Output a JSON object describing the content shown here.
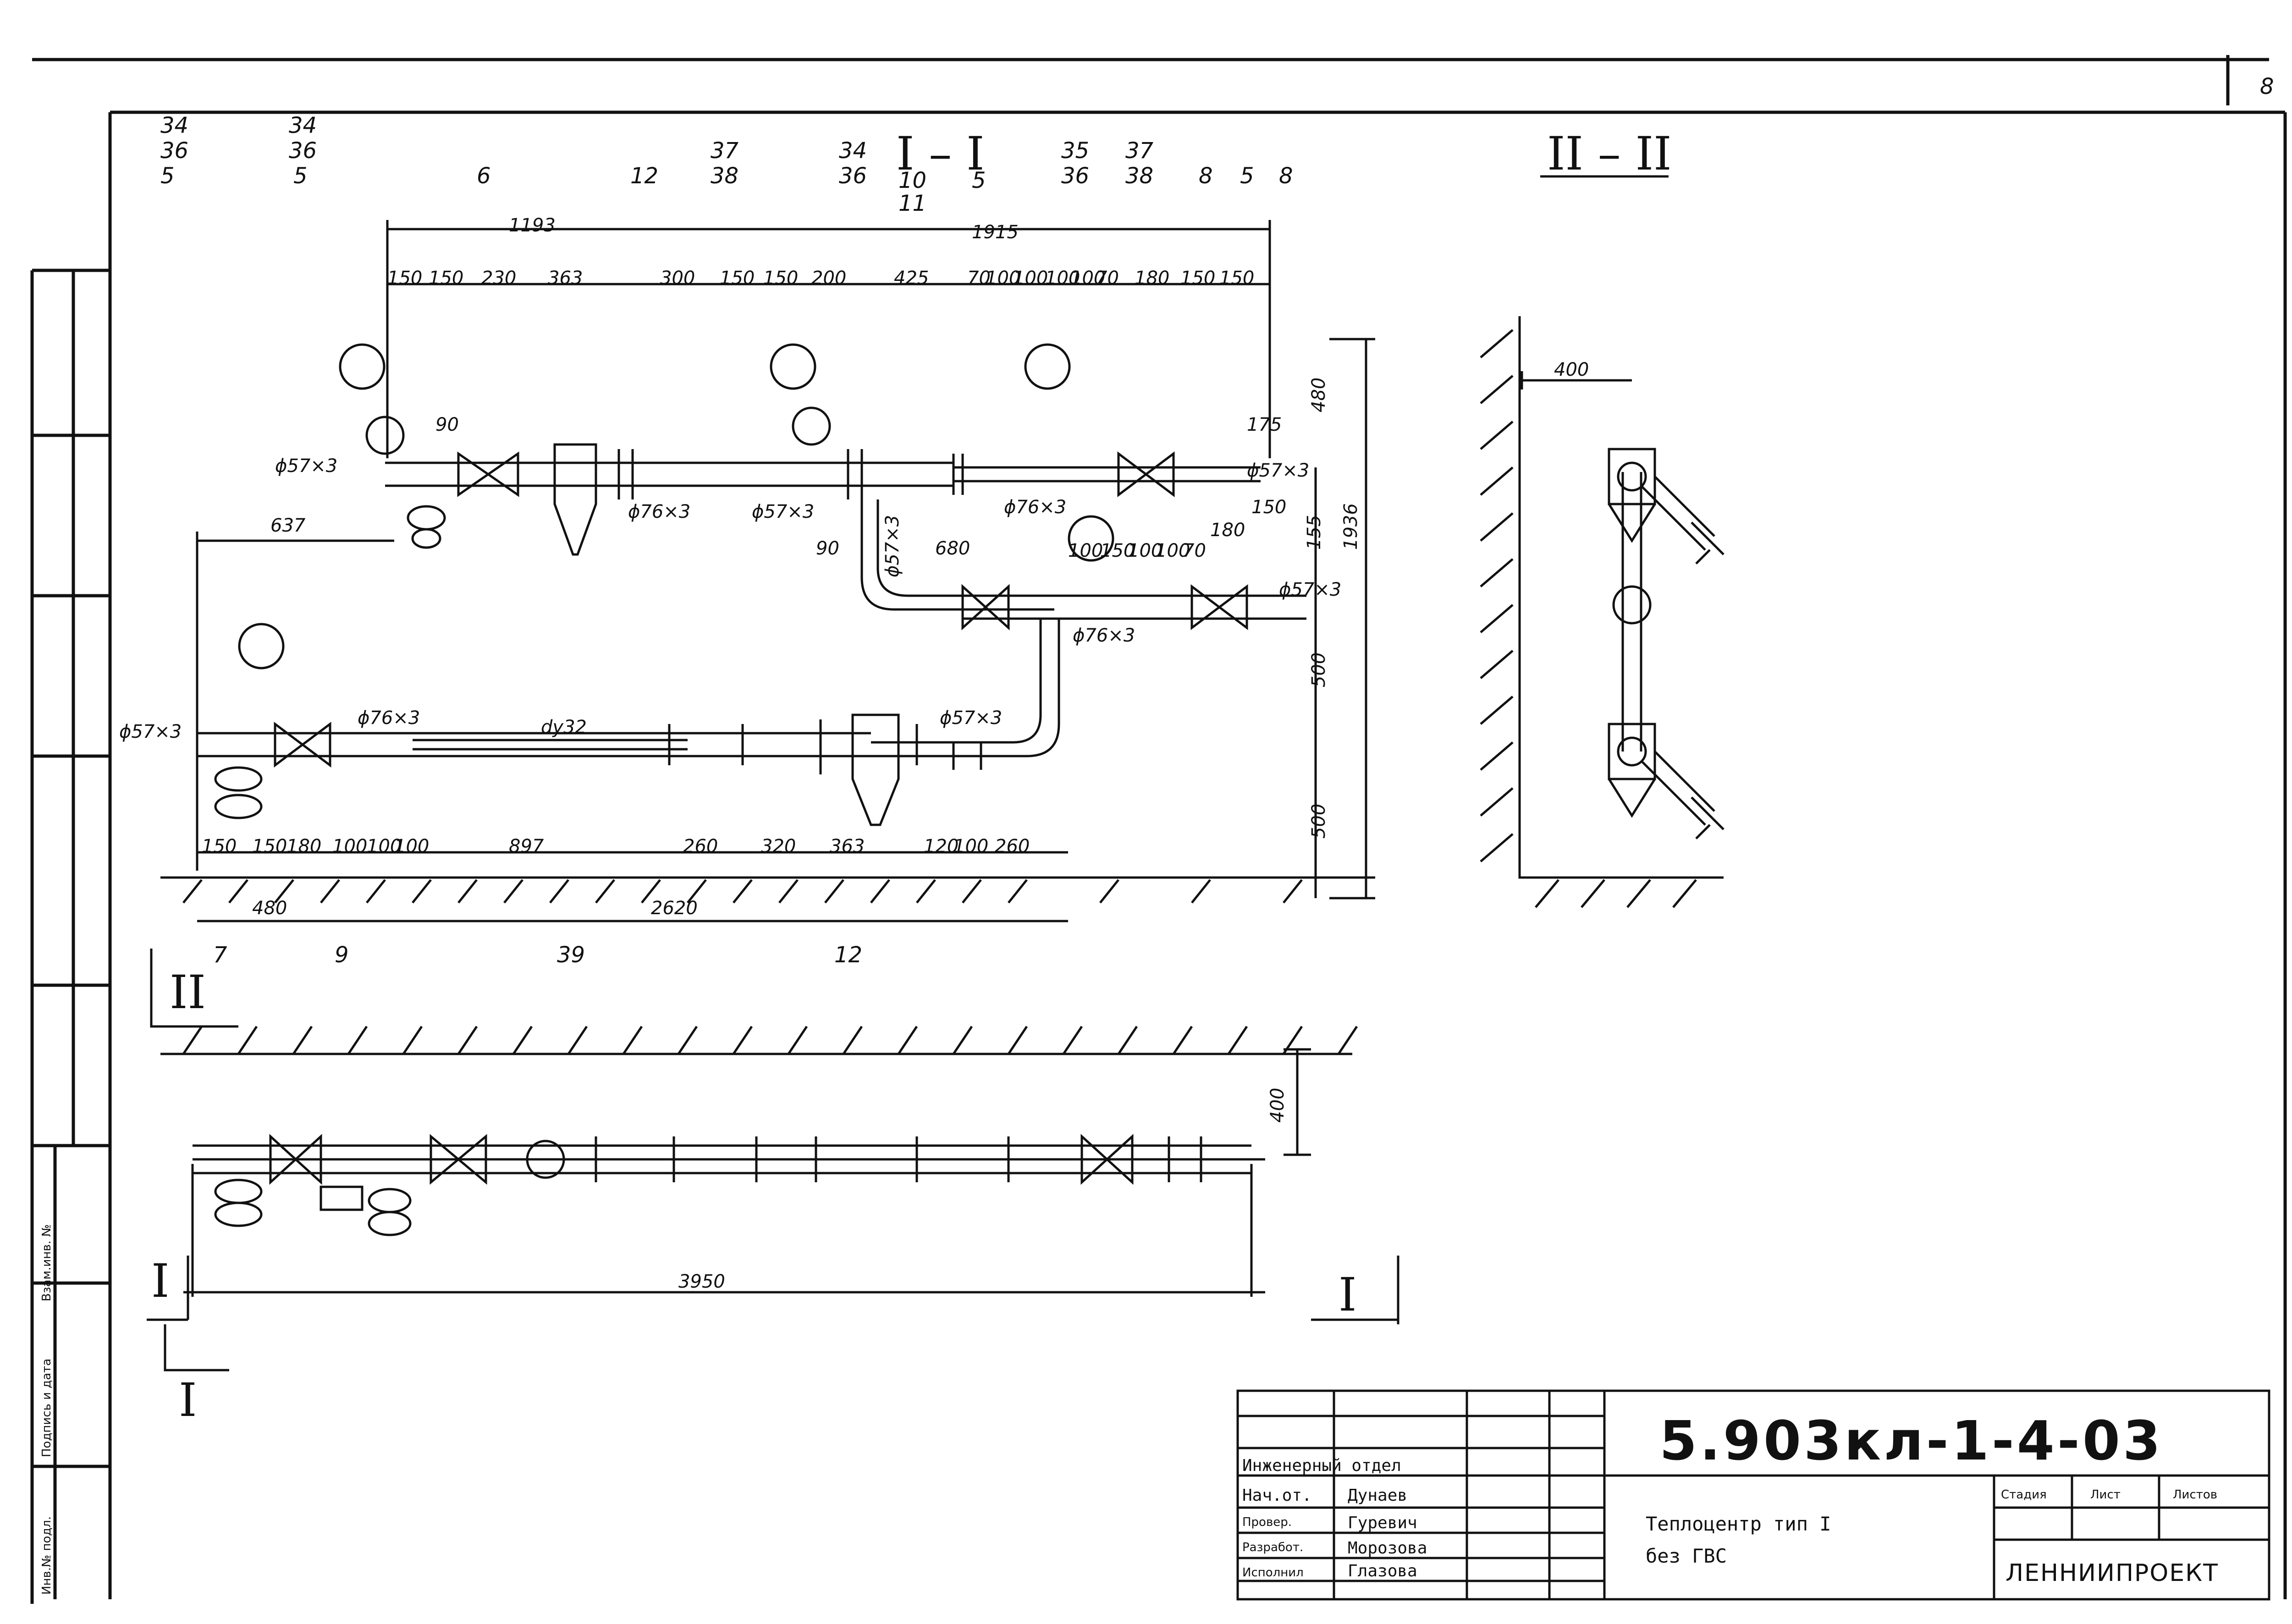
{
  "sheet_number": "8",
  "sections": {
    "section_1": "I – I",
    "section_2": "II – II",
    "cut_mark_1": "I",
    "cut_mark_2": "II"
  },
  "left_stamp": {
    "row_1": "Взам.инв. №",
    "row_2": "Подпись и дата",
    "row_3": "Инв.№ подл."
  },
  "leaders_top": [
    {
      "id": "l1",
      "lines": [
        "34",
        "36",
        "5"
      ]
    },
    {
      "id": "l2",
      "lines": [
        "34",
        "36",
        "5"
      ]
    },
    {
      "id": "l3",
      "lines": [
        "6"
      ]
    },
    {
      "id": "l4",
      "lines": [
        "12"
      ]
    },
    {
      "id": "l5",
      "lines": [
        "37",
        "38"
      ]
    },
    {
      "id": "l6",
      "lines": [
        "34",
        "36"
      ]
    },
    {
      "id": "l7",
      "lines": [
        "10",
        "11"
      ]
    },
    {
      "id": "l8",
      "lines": [
        "5"
      ]
    },
    {
      "id": "l9",
      "lines": [
        "35",
        "36"
      ]
    },
    {
      "id": "l10",
      "lines": [
        "37",
        "38"
      ]
    },
    {
      "id": "l11",
      "lines": [
        "8"
      ]
    },
    {
      "id": "l12",
      "lines": [
        "5"
      ]
    },
    {
      "id": "l13",
      "lines": [
        "8"
      ]
    }
  ],
  "leaders_bottom": [
    "7",
    "9",
    "39",
    "12"
  ],
  "dims_top_chain": [
    "150",
    "150",
    "230",
    "363",
    "300",
    "150",
    "150",
    "200",
    "425",
    "70",
    "100",
    "100",
    "100",
    "100",
    "70",
    "180",
    "150",
    "150"
  ],
  "dims_top_overall": [
    "1193",
    "1915"
  ],
  "dims_mid_chain": [
    "100",
    "150",
    "100",
    "100",
    "70"
  ],
  "dims_bottom_chain": [
    "150",
    "150",
    "180",
    "100",
    "100",
    "100",
    "897",
    "260",
    "320",
    "363",
    "120",
    "100",
    "260"
  ],
  "dims_misc": {
    "d637": "637",
    "d480": "480",
    "d2620": "2620",
    "d3950": "3950",
    "d400_plan": "400",
    "d400_sec2": "400",
    "d680": "680",
    "d90a": "90",
    "d90b": "90",
    "d175": "175",
    "d180": "180",
    "d150": "150",
    "d155": "155",
    "v480": "480",
    "v1936": "1936",
    "v500a": "500",
    "v500b": "500"
  },
  "pipe_labels": {
    "p57_top": "ϕ57×3",
    "p76_top": "ϕ76×3",
    "p57_top2": "ϕ57×3",
    "p76_top2": "ϕ76×3",
    "p57_right_top": "ϕ57×3",
    "p57_right_mid": "ϕ57×3",
    "p76_mid": "ϕ76×3",
    "p57_vert": "ϕ57×3",
    "p57_left": "ϕ57×3",
    "p76_left": "ϕ76×3",
    "du32": "dу32",
    "p57_bottom": "ϕ57×3"
  },
  "title_block": {
    "code": "5.903кл-1-4-03",
    "title_line_1": "Теплоцентр тип I",
    "title_line_2": "без ГВС",
    "organization": "ЛЕННИИПРОЕКТ",
    "stage_header": "Стадия",
    "sheet_header": "Лист",
    "sheets_header": "Листов",
    "rows": [
      {
        "role": "Инженерный отдел",
        "name": ""
      },
      {
        "role": "Нач.от.",
        "name": "Дунаев"
      },
      {
        "role": "Провер.",
        "name": "Гуревич"
      },
      {
        "role": "Разработ.",
        "name": "Морозова"
      },
      {
        "role": "Исполнил",
        "name": "Глазова"
      }
    ]
  }
}
